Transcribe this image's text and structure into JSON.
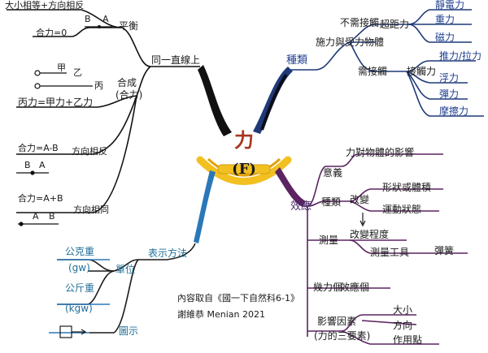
{
  "center": {
    "title": "力",
    "symbol": "(F)"
  },
  "top_left": {
    "balance_header": "大小相等+方向相反",
    "balance_formula": "合力=0",
    "balance_points": [
      "B",
      "A"
    ],
    "balance_label": "平衡",
    "same_line": "同一直線上",
    "combine_arrow_1": "甲",
    "combine_arrow_2": "乙",
    "combine_arrow_3": "丙",
    "combine_label_1": "合成",
    "combine_label_2": "(合力)",
    "combine_formula": "丙力=甲力+乙力",
    "opposite_formula": "合力=A-B",
    "opposite_points": [
      "B",
      "A"
    ],
    "opposite_label": "方向相反",
    "same_dir_formula": "合力=A+B",
    "same_dir_points": [
      "A",
      "B"
    ],
    "same_dir_label": "方向相同"
  },
  "top_right": {
    "kinds": "種類",
    "by_contact": "施力與受力物體",
    "non_contact": "不需接觸",
    "contact": "需接觸",
    "ranged_force": "超距力",
    "ranged_items": [
      "靜電力",
      "重力",
      "磁力"
    ],
    "contact_force": "接觸力",
    "contact_items": [
      "推力/拉力",
      "浮力",
      "彈力",
      "摩擦力"
    ]
  },
  "bottom_right": {
    "effect": "效應",
    "meaning": "意義",
    "meaning_text": "力對物體的影響",
    "types": "種類",
    "change": "改變",
    "change_shape": "形狀或體積",
    "change_motion": "運動狀態",
    "measure": "測量",
    "measure_change": "改變程度",
    "tools": "測量工具",
    "spring": "彈簧",
    "how_many": "幾力個",
    "how_many_effect": "效應個",
    "factors_1": "影響因素",
    "factors_2": "(力的三要素)",
    "factor_items": [
      "大小",
      "方向",
      "作用點"
    ]
  },
  "bottom_left": {
    "representation": "表示方法",
    "unit": "單位",
    "gram_weight": "公克重",
    "gram_weight_unit": "(gw)",
    "kg_weight": "公斤重",
    "kg_weight_unit": "(kgw)",
    "diagram": "圖示"
  },
  "credit": {
    "line1": "內容取自《國一下自然科6-1》",
    "line2": "謝維恭 Menian 2021"
  },
  "colors": {
    "black_branch": "#111111",
    "navy_branch": "#1f3a78",
    "purple_branch": "#5b2361",
    "blue_branch": "#2a78b8",
    "center_gold": "#f2c020",
    "center_red": "#a8361e",
    "text_blue": "#1f6f99"
  }
}
